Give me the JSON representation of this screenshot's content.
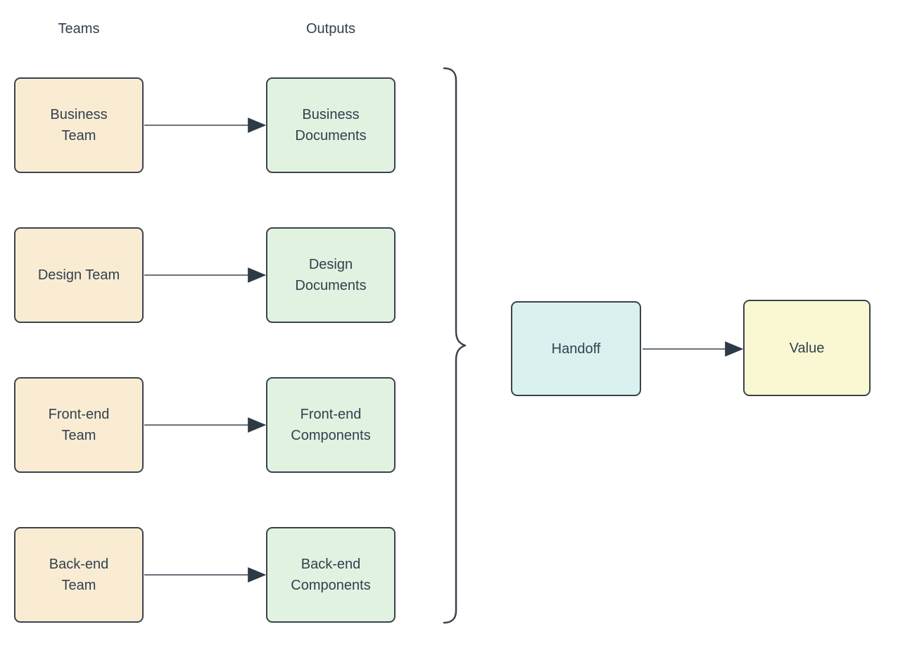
{
  "diagram": {
    "column_headers": {
      "teams": "Teams",
      "outputs": "Outputs"
    },
    "rows": [
      {
        "team": "Business\nTeam",
        "output": "Business\nDocuments"
      },
      {
        "team": "Design Team",
        "output": "Design\nDocuments"
      },
      {
        "team": "Front-end\nTeam",
        "output": "Front-end\nComponents"
      },
      {
        "team": "Back-end\nTeam",
        "output": "Back-end\nComponents"
      }
    ],
    "aggregator": {
      "icon": "right-curly-brace"
    },
    "handoff_label": "Handoff",
    "value_label": "Value",
    "colors": {
      "background": "#ffffff",
      "team_fill": "#f9ecd3",
      "output_fill": "#e1f2e0",
      "handoff_fill": "#daf1ef",
      "value_fill": "#faf8d2",
      "node_border": "#3b434d",
      "node_text": "#32404e",
      "connector": "#6b737e",
      "arrowhead": "#2e3a46"
    }
  }
}
